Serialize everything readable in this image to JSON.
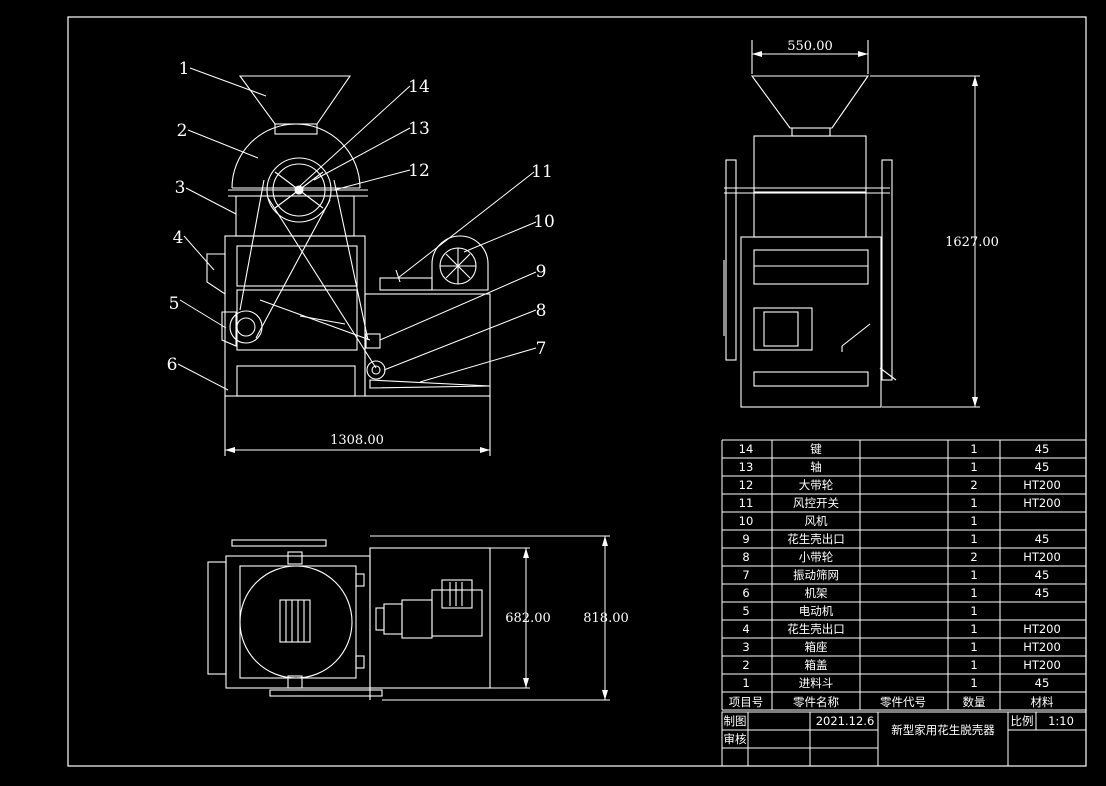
{
  "drawing": {
    "title": "新型家用花生脱壳器",
    "date": "2021.12.6",
    "scale_label": "比例",
    "scale_value": "1:10",
    "drawn_by_label": "制图",
    "checked_by_label": "审核"
  },
  "dimensions": {
    "front_width": "1308.00",
    "side_width": "550.00",
    "side_height": "1627.00",
    "top_inner": "682.00",
    "top_outer": "818.00"
  },
  "leaders": [
    "1",
    "2",
    "3",
    "4",
    "5",
    "6",
    "7",
    "8",
    "9",
    "10",
    "11",
    "12",
    "13",
    "14"
  ],
  "bom": {
    "headers": [
      "项目号",
      "零件名称",
      "零件代号",
      "数量",
      "材料"
    ],
    "rows": [
      {
        "no": "14",
        "name": "键",
        "code": "",
        "qty": "1",
        "material": "45"
      },
      {
        "no": "13",
        "name": "轴",
        "code": "",
        "qty": "1",
        "material": "45"
      },
      {
        "no": "12",
        "name": "大带轮",
        "code": "",
        "qty": "2",
        "material": "HT200"
      },
      {
        "no": "11",
        "name": "风控开关",
        "code": "",
        "qty": "1",
        "material": "HT200"
      },
      {
        "no": "10",
        "name": "风机",
        "code": "",
        "qty": "1",
        "material": ""
      },
      {
        "no": "9",
        "name": "花生壳出口",
        "code": "",
        "qty": "1",
        "material": "45"
      },
      {
        "no": "8",
        "name": "小带轮",
        "code": "",
        "qty": "2",
        "material": "HT200"
      },
      {
        "no": "7",
        "name": "振动筛网",
        "code": "",
        "qty": "1",
        "material": "45"
      },
      {
        "no": "6",
        "name": "机架",
        "code": "",
        "qty": "1",
        "material": "45"
      },
      {
        "no": "5",
        "name": "电动机",
        "code": "",
        "qty": "1",
        "material": ""
      },
      {
        "no": "4",
        "name": "花生壳出口",
        "code": "",
        "qty": "1",
        "material": "HT200"
      },
      {
        "no": "3",
        "name": "箱座",
        "code": "",
        "qty": "1",
        "material": "HT200"
      },
      {
        "no": "2",
        "name": "箱盖",
        "code": "",
        "qty": "1",
        "material": "HT200"
      },
      {
        "no": "1",
        "name": "进料斗",
        "code": "",
        "qty": "1",
        "material": "45"
      }
    ]
  }
}
